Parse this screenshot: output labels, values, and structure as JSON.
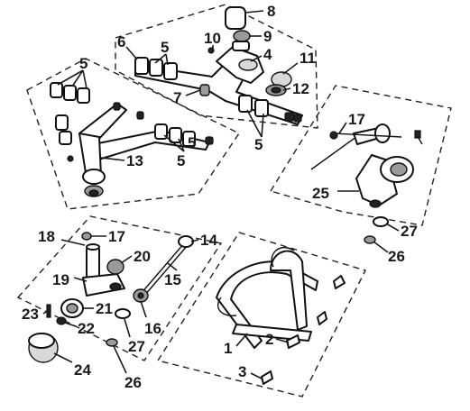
{
  "diagram": {
    "callouts": [
      {
        "id": "c8",
        "text": "8"
      },
      {
        "id": "c9",
        "text": "9"
      },
      {
        "id": "c10",
        "text": "10"
      },
      {
        "id": "c6",
        "text": "6"
      },
      {
        "id": "c5a",
        "text": "5"
      },
      {
        "id": "c4",
        "text": "4"
      },
      {
        "id": "c11",
        "text": "11"
      },
      {
        "id": "c12",
        "text": "12"
      },
      {
        "id": "c5b",
        "text": "5"
      },
      {
        "id": "c7",
        "text": "7"
      },
      {
        "id": "c5c",
        "text": "5"
      },
      {
        "id": "c13",
        "text": "13"
      },
      {
        "id": "c5d",
        "text": "5"
      },
      {
        "id": "c17a",
        "text": "17"
      },
      {
        "id": "c25",
        "text": "25"
      },
      {
        "id": "c27a",
        "text": "27"
      },
      {
        "id": "c26a",
        "text": "26"
      },
      {
        "id": "c18",
        "text": "18"
      },
      {
        "id": "c17b",
        "text": "17"
      },
      {
        "id": "c14",
        "text": "14"
      },
      {
        "id": "c20",
        "text": "20"
      },
      {
        "id": "c15",
        "text": "15"
      },
      {
        "id": "c19",
        "text": "19"
      },
      {
        "id": "c23",
        "text": "23"
      },
      {
        "id": "c21",
        "text": "21"
      },
      {
        "id": "c16",
        "text": "16"
      },
      {
        "id": "c22",
        "text": "22"
      },
      {
        "id": "c27b",
        "text": "27"
      },
      {
        "id": "c24",
        "text": "24"
      },
      {
        "id": "c26b",
        "text": "26"
      },
      {
        "id": "c1",
        "text": "1"
      },
      {
        "id": "c2",
        "text": "2"
      },
      {
        "id": "c3",
        "text": "3"
      },
      {
        "id": "c5e",
        "text": "5"
      }
    ]
  }
}
